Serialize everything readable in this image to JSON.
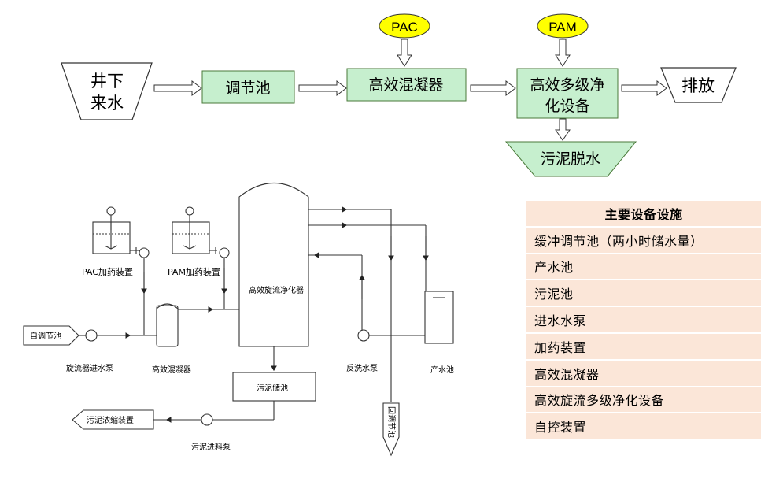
{
  "flow": {
    "source": [
      "井下",
      "来水"
    ],
    "adjust": "调节池",
    "coagulator": "高效混凝器",
    "purifier": [
      "高效多级净",
      "化设备"
    ],
    "discharge": "排放",
    "sludge": "污泥脱水",
    "pac": "PAC",
    "pam": "PAM"
  },
  "schematic": {
    "pac_device": "PAC加药装置",
    "pam_device": "PAM加药装置",
    "from_adjust": "自调节池",
    "cyclone_pump": "旋流器进水泵",
    "mixer": "高效混凝器",
    "purifier": "高效旋流净化器",
    "backwash_pump": "反洗水泵",
    "product_pool": "产水池",
    "sludge_tank": "污泥储池",
    "sludge_device": "污泥浓缩装置",
    "sludge_pump": "污泥进料泵",
    "return_pool": "回调节池"
  },
  "table": {
    "header": "主要设备设施",
    "rows": [
      "缓冲调节池（两小时储水量）",
      "产水池",
      "污泥池",
      "进水水泵",
      "加药装置",
      "高效混凝器",
      "高效旋流多级净化设备",
      "自控装置"
    ]
  },
  "colors": {
    "box_green": "#c6efce",
    "box_border": "#4a7a3a",
    "yellow": "#ffff00",
    "table_bg": "#fbe6d8"
  }
}
